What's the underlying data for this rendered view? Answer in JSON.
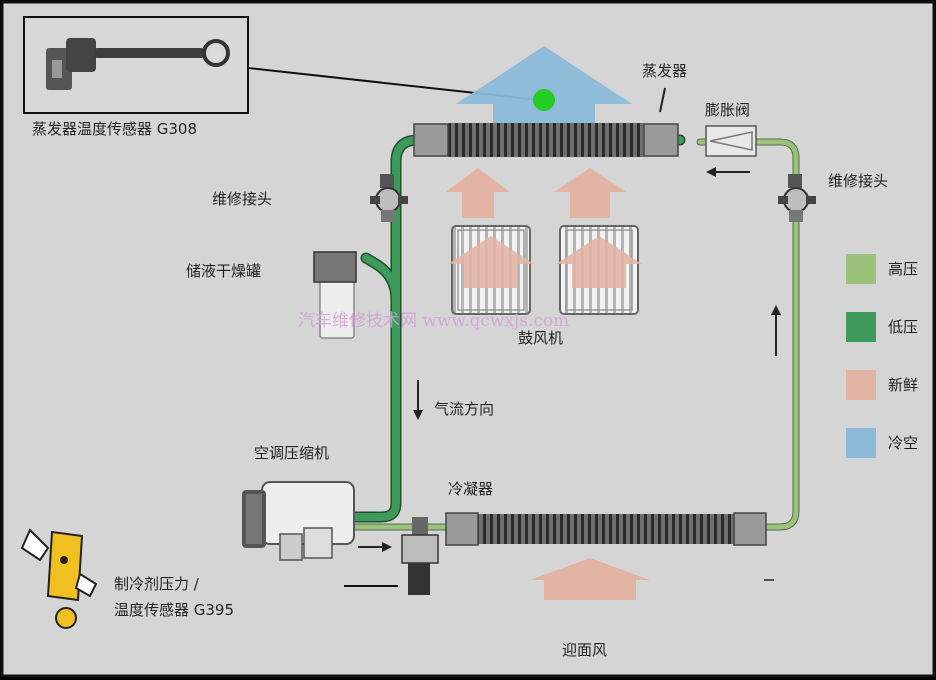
{
  "labels": {
    "evaporator_sensor": "蒸发器温度传感器 G308",
    "evaporator": "蒸发器",
    "expansion_valve": "膨胀阀",
    "service_port_left": "维修接头",
    "service_port_right": "维修接头",
    "receiver_drier": "储液干燥罐",
    "blower": "鼓风机",
    "airflow_direction": "气流方向",
    "compressor": "空调压缩机",
    "condenser": "冷凝器",
    "pressure_sensor_line1": "制冷剂压力 /",
    "pressure_sensor_line2": "温度传感器 G395",
    "ram_air": "迎面风"
  },
  "watermark": "汽车维修技术网 www.qcwxjs.com",
  "legend": [
    {
      "label": "高压",
      "color": "#9bc27a"
    },
    {
      "label": "低压",
      "color": "#3d9a5a"
    },
    {
      "label": "新鲜",
      "color": "#e3b3a3"
    },
    {
      "label": "冷空",
      "color": "#8bbbd8"
    }
  ],
  "colors": {
    "background": "#d5d5d5",
    "high_pressure": "#9bc27a",
    "low_pressure": "#3d9a5a",
    "fresh_air": "#e3b3a3",
    "cold_air": "#8bbbd8",
    "sensor_dot": "#22cc22"
  }
}
